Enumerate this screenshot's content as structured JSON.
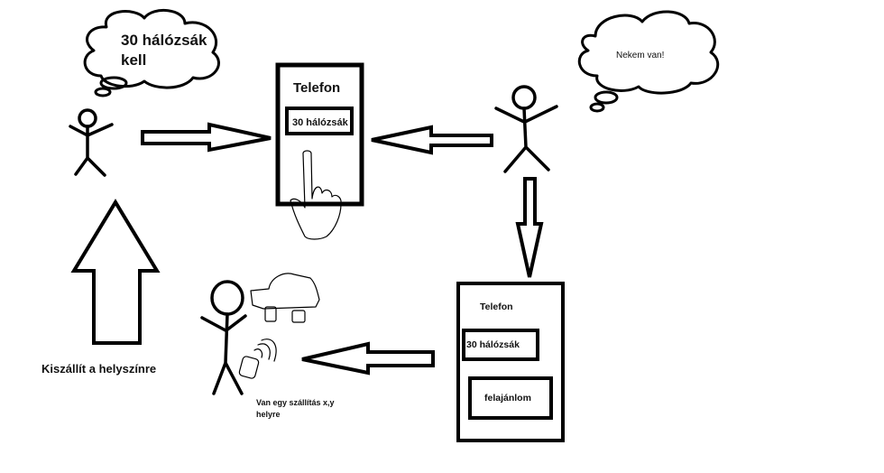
{
  "requester": {
    "thought": [
      "30 hálózsák",
      "kell"
    ]
  },
  "phone_top": {
    "title": "Telefon",
    "field": "30 hálózsák"
  },
  "supplier": {
    "thought": "Nekem van!"
  },
  "phone_bottom": {
    "title": "Telefon",
    "field": "30 hálózsák",
    "button": "felajánlom"
  },
  "courier": {
    "caption": [
      "Van egy szállítás x,y",
      "helyre"
    ]
  },
  "delivery_caption": "Kiszállít a helyszínre"
}
